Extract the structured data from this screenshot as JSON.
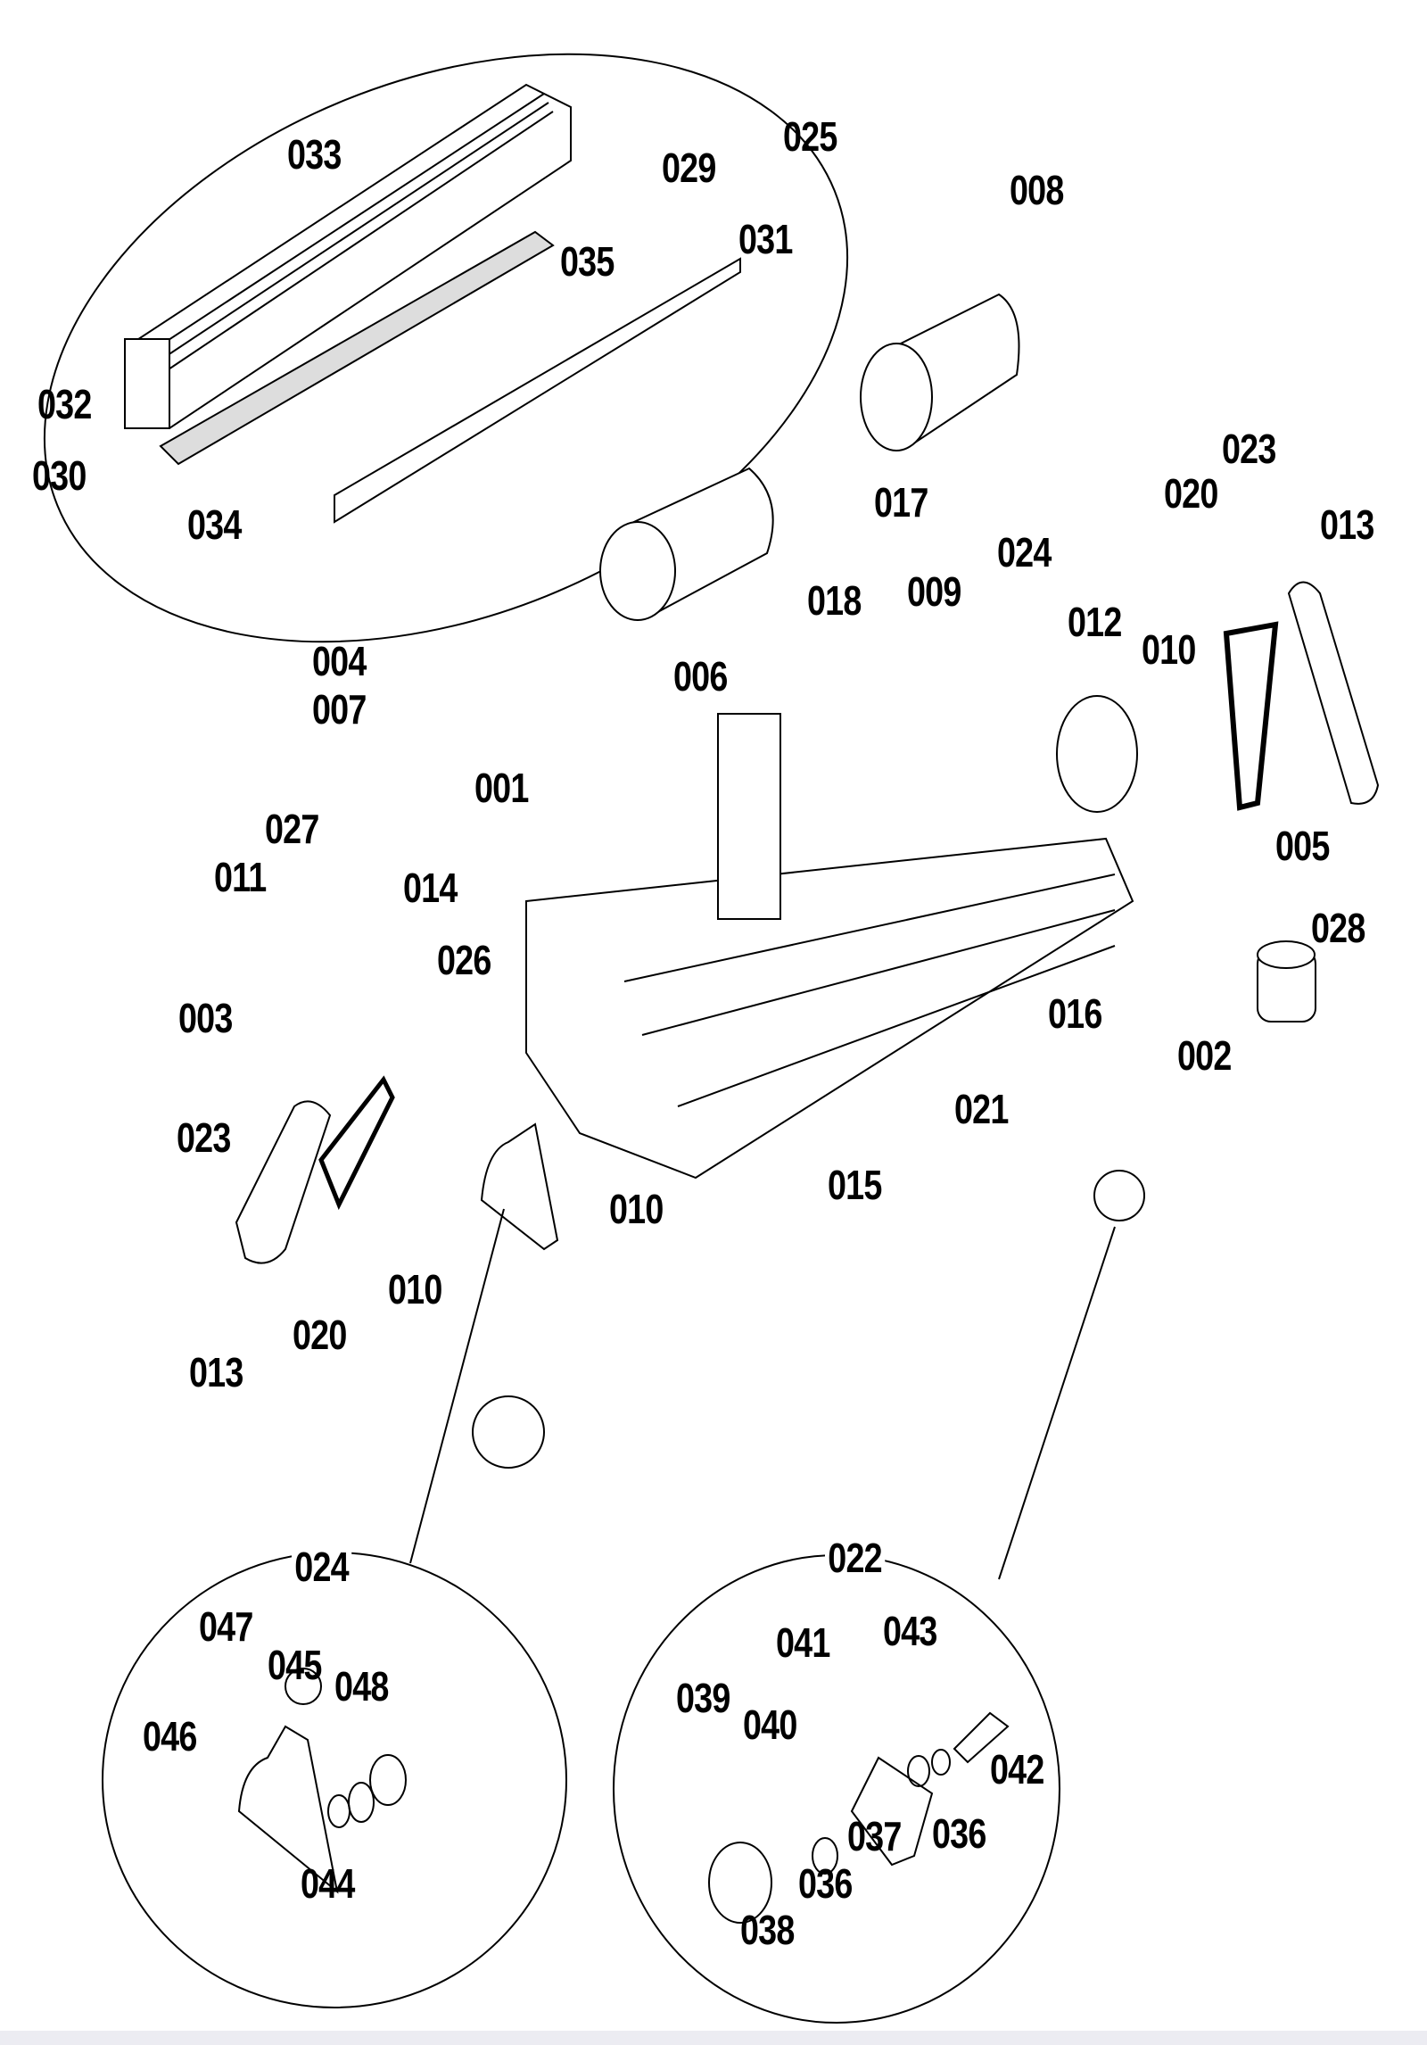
{
  "diagram": {
    "type": "exploded-parts-view",
    "main_labels": [
      {
        "id": "033",
        "label": "033"
      },
      {
        "id": "025",
        "label": "025"
      },
      {
        "id": "029",
        "label": "029"
      },
      {
        "id": "031",
        "label": "031"
      },
      {
        "id": "035",
        "label": "035"
      },
      {
        "id": "032",
        "label": "032"
      },
      {
        "id": "030",
        "label": "030"
      },
      {
        "id": "034",
        "label": "034"
      },
      {
        "id": "008",
        "label": "008"
      },
      {
        "id": "017",
        "label": "017"
      },
      {
        "id": "023a",
        "label": "023"
      },
      {
        "id": "020a",
        "label": "020"
      },
      {
        "id": "013a",
        "label": "013"
      },
      {
        "id": "024a",
        "label": "024"
      },
      {
        "id": "018",
        "label": "018"
      },
      {
        "id": "009",
        "label": "009"
      },
      {
        "id": "012",
        "label": "012"
      },
      {
        "id": "010a",
        "label": "010"
      },
      {
        "id": "004",
        "label": "004"
      },
      {
        "id": "007",
        "label": "007"
      },
      {
        "id": "006",
        "label": "006"
      },
      {
        "id": "001",
        "label": "001"
      },
      {
        "id": "005",
        "label": "005"
      },
      {
        "id": "027",
        "label": "027"
      },
      {
        "id": "011",
        "label": "011"
      },
      {
        "id": "014",
        "label": "014"
      },
      {
        "id": "028",
        "label": "028"
      },
      {
        "id": "026",
        "label": "026"
      },
      {
        "id": "003",
        "label": "003"
      },
      {
        "id": "016",
        "label": "016"
      },
      {
        "id": "002",
        "label": "002"
      },
      {
        "id": "021",
        "label": "021"
      },
      {
        "id": "023b",
        "label": "023"
      },
      {
        "id": "015",
        "label": "015"
      },
      {
        "id": "010b",
        "label": "010"
      },
      {
        "id": "010c",
        "label": "010"
      },
      {
        "id": "020b",
        "label": "020"
      },
      {
        "id": "013b",
        "label": "013"
      }
    ],
    "detail_024": {
      "title": "024",
      "labels": [
        {
          "id": "047",
          "label": "047"
        },
        {
          "id": "045",
          "label": "045"
        },
        {
          "id": "048",
          "label": "048"
        },
        {
          "id": "046",
          "label": "046"
        },
        {
          "id": "044",
          "label": "044"
        }
      ]
    },
    "detail_022": {
      "title": "022",
      "labels": [
        {
          "id": "041",
          "label": "041"
        },
        {
          "id": "043",
          "label": "043"
        },
        {
          "id": "039",
          "label": "039"
        },
        {
          "id": "040",
          "label": "040"
        },
        {
          "id": "042",
          "label": "042"
        },
        {
          "id": "036a",
          "label": "036"
        },
        {
          "id": "037",
          "label": "037"
        },
        {
          "id": "036b",
          "label": "036"
        },
        {
          "id": "038",
          "label": "038"
        }
      ]
    }
  }
}
